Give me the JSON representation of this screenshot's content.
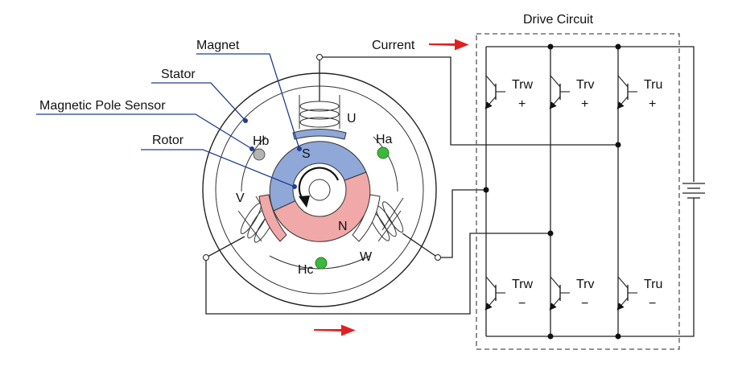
{
  "labels": {
    "magnet": "Magnet",
    "stator": "Stator",
    "sensor": "Magnetic Pole Sensor",
    "rotor": "Rotor",
    "current": "Current",
    "drive_circuit": "Drive Circuit"
  },
  "motor": {
    "phase_u": "U",
    "phase_v": "V",
    "phase_w": "W",
    "pole_s": "S",
    "pole_n": "N",
    "sensor_ha": "Ha",
    "sensor_hb": "Hb",
    "sensor_hc": "Hc"
  },
  "transistors": {
    "top": [
      {
        "name": "Trw",
        "sign": "+"
      },
      {
        "name": "Trv",
        "sign": "+"
      },
      {
        "name": "Tru",
        "sign": "+"
      }
    ],
    "bottom": [
      {
        "name": "Trw",
        "sign": "−"
      },
      {
        "name": "Trv",
        "sign": "−"
      },
      {
        "name": "Tru",
        "sign": "−"
      }
    ]
  },
  "colors": {
    "current_arrow": "#e02020",
    "pole_s": "#90a8d8",
    "pole_n": "#f0a8a8",
    "sensor_active": "#3db83d",
    "sensor_inactive": "#b4b4b4",
    "pointer": "#1f3f8f"
  }
}
